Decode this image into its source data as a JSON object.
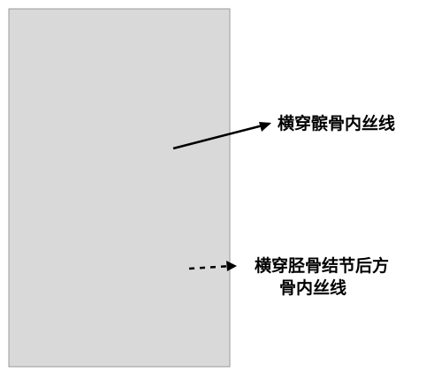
{
  "labels": {
    "patella_wire": "横穿髌骨内丝线",
    "tibial_wire_line1": "横穿胫骨结节后方",
    "tibial_wire_line2": "骨内丝线"
  }
}
